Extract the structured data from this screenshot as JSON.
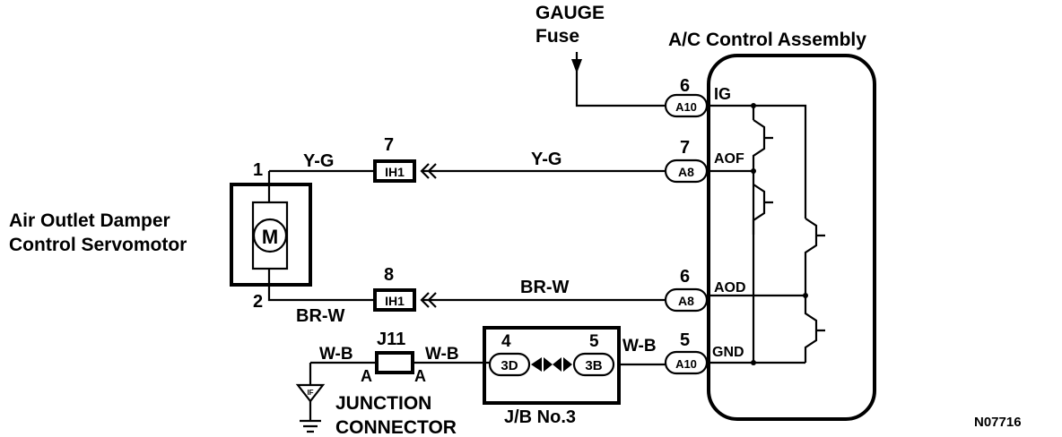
{
  "fuse": {
    "line1": "GAUGE",
    "line2": "Fuse"
  },
  "assembly": {
    "title": "A/C Control Assembly"
  },
  "servo": {
    "line1": "Air Outlet Damper",
    "line2": "Control Servomotor",
    "motor_symbol": "M"
  },
  "pins": {
    "p1": "1",
    "p2": "2",
    "ih1_7": "7",
    "ih1_8": "8",
    "a10_6": "6",
    "a8_7": "7",
    "a8_6": "6",
    "a10_5": "5",
    "jb_4": "4",
    "jb_5": "5"
  },
  "terminals": {
    "ig": "IG",
    "aof": "AOF",
    "aod": "AOD",
    "gnd": "GND"
  },
  "connectors": {
    "a10": "A10",
    "a8": "A8",
    "ih1": "IH1",
    "d3": "3D",
    "b3": "3B",
    "j11": "J11",
    "j_a": "A"
  },
  "wires": {
    "yg": "Y-G",
    "brw": "BR-W",
    "wb": "W-B"
  },
  "junction": {
    "line1": "JUNCTION",
    "line2": "CONNECTOR"
  },
  "jb": {
    "label": "J/B No.3"
  },
  "code": "N07716",
  "icons": [
    "motor-icon",
    "ground-icon",
    "transistor-icon",
    "female-connector-icon"
  ]
}
